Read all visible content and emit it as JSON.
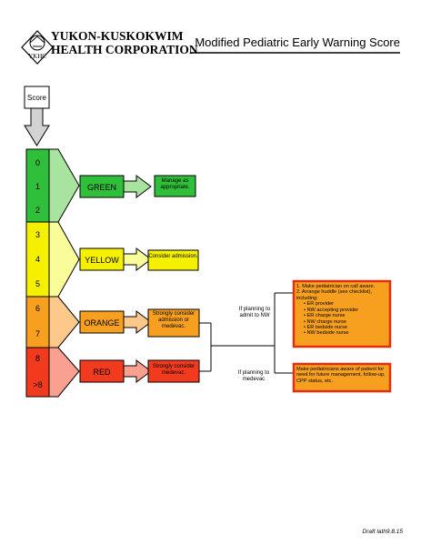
{
  "header": {
    "org_line1": "YUKON-KUSKOKWIM",
    "org_line2": "HEALTH CORPORATION",
    "logo_text": "YKHC",
    "title": "Modified Pediatric Early Warning Score"
  },
  "score_label": "Score",
  "scores": [
    "0",
    "1",
    "2",
    "3",
    "4",
    "5",
    "6",
    "7",
    "8",
    ">8"
  ],
  "levels": [
    {
      "label": "GREEN",
      "action": "Manage as appropriate.",
      "color": "#2fbf3a",
      "light": "#a8e4a0"
    },
    {
      "label": "YELLOW",
      "action": "Consider admission.",
      "color": "#f4f000",
      "light": "#fafc9a"
    },
    {
      "label": "ORANGE",
      "action": "Strongly consider admission or medevac.",
      "color": "#f7a020",
      "light": "#fcc98a"
    },
    {
      "label": "RED",
      "action": "Strongly consider medevac.",
      "color": "#f23b1e",
      "light": "#f9a090"
    }
  ],
  "branches": {
    "admit_label": "If planning to admit to NW",
    "medevac_label": "If planning to medevac",
    "admit_box_lines": [
      "1. Make pediatrician on call aware.",
      "2. Arrange huddle (see checklist), including:",
      "• ER provider",
      "• NW accepting provider",
      "• ER charge nurse",
      "• NW charge nurse",
      "• ER bedside nurse",
      "• NW bedside nurse"
    ],
    "medevac_box_text": "Make pediatricians aware of patient for need for future management, follow-up, CPP status, etc."
  },
  "footer": "Draft lath9.8.15"
}
